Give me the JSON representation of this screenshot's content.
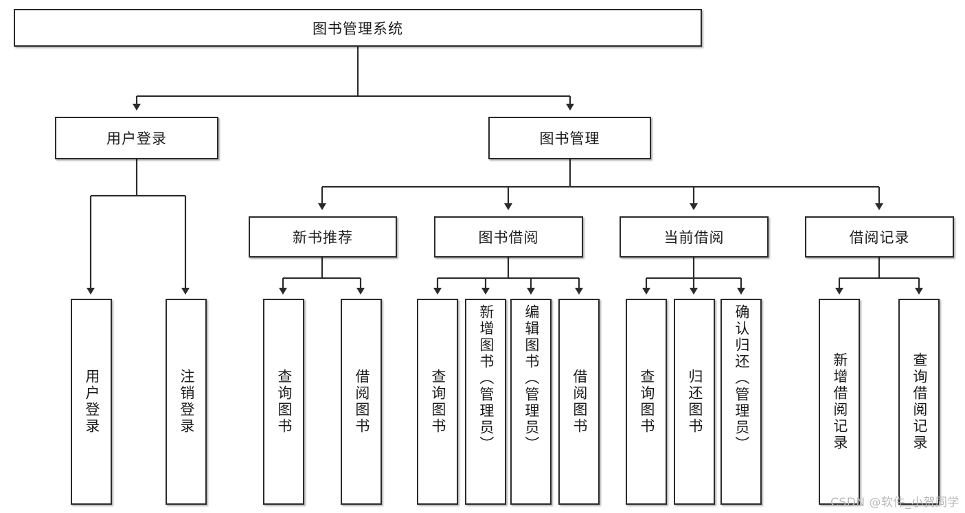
{
  "diagram": {
    "type": "tree-hierarchy",
    "title": "图书管理系统",
    "watermark": "CSDN @软件_小贺同学",
    "colors": {
      "box_border": "#2b2b2b",
      "box_fill": "#ffffff",
      "edge": "#2b2b2b",
      "text": "#1b1b1b",
      "watermark": "#b9b9b9"
    },
    "nodes": {
      "root": {
        "label": "图书管理系统",
        "orientation": "horizontal"
      },
      "level2": [
        {
          "id": "user-login",
          "label": "用户登录",
          "orientation": "horizontal"
        },
        {
          "id": "book-management",
          "label": "图书管理",
          "orientation": "horizontal"
        }
      ],
      "level3": [
        {
          "id": "new-book-recommend",
          "label": "新书推荐",
          "orientation": "horizontal"
        },
        {
          "id": "book-borrow",
          "label": "图书借阅",
          "orientation": "horizontal"
        },
        {
          "id": "current-borrow",
          "label": "当前借阅",
          "orientation": "horizontal"
        },
        {
          "id": "borrow-record",
          "label": "借阅记录",
          "orientation": "horizontal"
        }
      ],
      "leaves": {
        "user_login": [
          {
            "id": "leaf-user-login",
            "label": "用户登录",
            "orientation": "vertical"
          },
          {
            "id": "leaf-logout-login",
            "label": "注销登录",
            "orientation": "vertical"
          }
        ],
        "new_book_recommend": [
          {
            "id": "leaf-query-book-1",
            "label": "查询图书",
            "orientation": "vertical"
          },
          {
            "id": "leaf-borrow-book-1",
            "label": "借阅图书",
            "orientation": "vertical"
          }
        ],
        "book_borrow": [
          {
            "id": "leaf-query-book-2",
            "label": "查询图书",
            "orientation": "vertical"
          },
          {
            "id": "leaf-add-book-admin",
            "label": "新增图书（管理员）",
            "orientation": "vertical"
          },
          {
            "id": "leaf-edit-book-admin",
            "label": "编辑图书（管理员）",
            "orientation": "vertical"
          },
          {
            "id": "leaf-borrow-book-2",
            "label": "借阅图书",
            "orientation": "vertical"
          }
        ],
        "current_borrow": [
          {
            "id": "leaf-query-book-3",
            "label": "查询图书",
            "orientation": "vertical"
          },
          {
            "id": "leaf-return-book",
            "label": "归还图书",
            "orientation": "vertical"
          },
          {
            "id": "leaf-confirm-return-admin",
            "label": "确认归还（管理员）",
            "orientation": "vertical"
          }
        ],
        "borrow_record": [
          {
            "id": "leaf-add-borrow-record",
            "label": "新增借阅记录",
            "orientation": "vertical"
          },
          {
            "id": "leaf-query-borrow-record",
            "label": "查询借阅记录",
            "orientation": "vertical"
          }
        ]
      }
    }
  }
}
